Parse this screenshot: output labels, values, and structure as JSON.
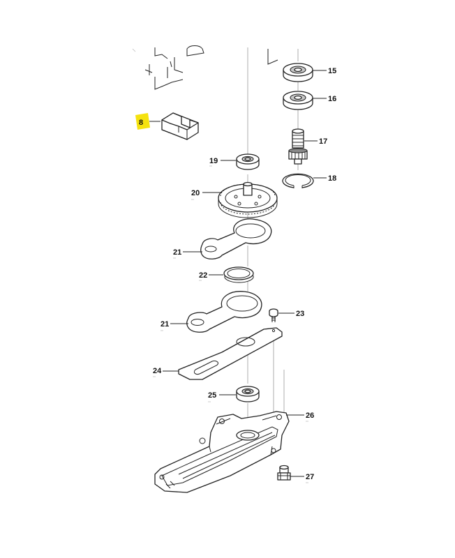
{
  "callouts": {
    "c8": "8",
    "c15": "15",
    "c16": "16",
    "c17": "17",
    "c18": "18",
    "c19": "19",
    "c20": "20",
    "c21a": "21",
    "c21b": "21",
    "c22": "22",
    "c23": "23",
    "c24": "24",
    "c25": "25",
    "c26": "26",
    "c27": "27"
  },
  "colors": {
    "highlight": "#f5e20e",
    "line": "#222222",
    "shade": "#c8c8c8"
  }
}
